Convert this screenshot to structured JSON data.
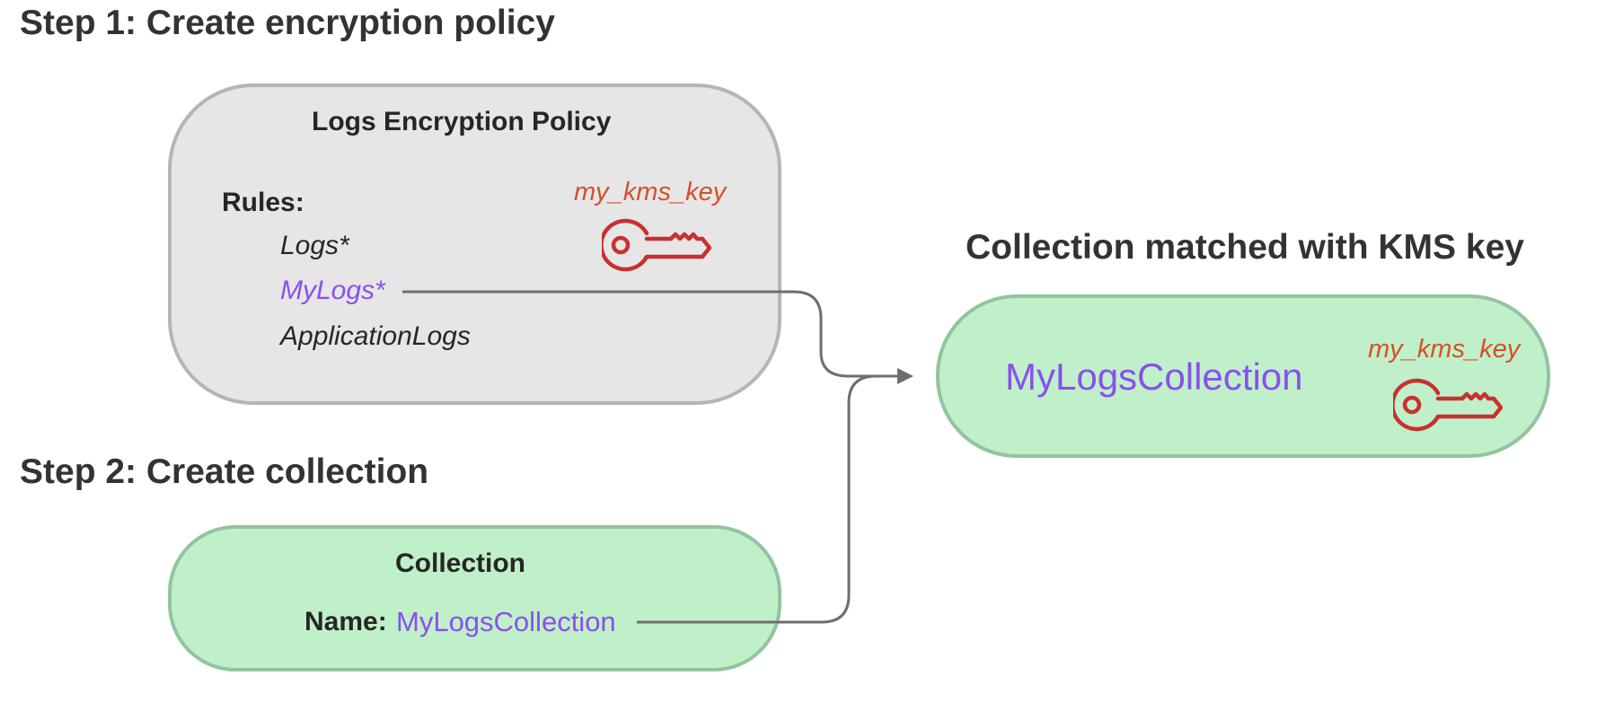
{
  "step1": {
    "title": "Step 1: Create encryption policy"
  },
  "policy": {
    "title": "Logs Encryption Policy",
    "rules_label": "Rules:",
    "rules": [
      "Logs*",
      "MyLogs*",
      "ApplicationLogs"
    ],
    "key_name": "my_kms_key"
  },
  "step2": {
    "title": "Step 2: Create collection"
  },
  "collection": {
    "title": "Collection",
    "name_label": "Name:",
    "name_value": "MyLogsCollection"
  },
  "result": {
    "title": "Collection matched with KMS key",
    "collection_name": "MyLogsCollection",
    "key_name": "my_kms_key"
  },
  "icons": {
    "key": "key-icon",
    "arrow": "arrow-connector"
  },
  "colors": {
    "gray_box": "#e6e6e6",
    "green_box": "#c0f0c9",
    "highlight_purple": "#8a4ff0",
    "key_red": "#c8312f",
    "key_label": "#d6502b",
    "connector": "#6e6e6e"
  }
}
